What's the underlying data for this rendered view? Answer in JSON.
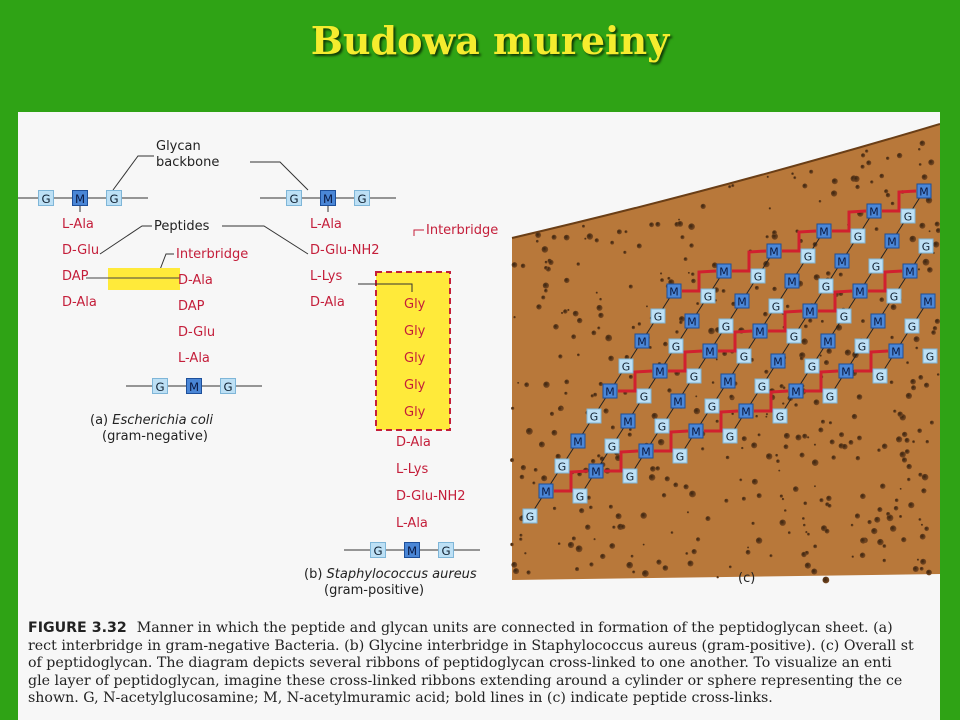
{
  "slide": {
    "title": "Budowa mureiny"
  },
  "colors": {
    "background": "#2fa315",
    "title": "#f5ec2e",
    "amino": "#c41e3a",
    "g_box": "#bde0f5",
    "m_box": "#4a86d6",
    "highlight": "#ffea3a",
    "ribbon_bg": "#b8783a"
  },
  "units": {
    "g": "G",
    "m": "M"
  },
  "labels": {
    "glycan": "Glycan",
    "backbone": "backbone",
    "peptides": "Peptides",
    "interbridge_a": "Interbridge",
    "interbridge_b": "Interbridge",
    "a_caption_1": "(a) ",
    "a_caption_species": "Escherichia coli",
    "a_caption_2": "(gram-negative)",
    "b_caption_1": "(b) ",
    "b_caption_species": "Staphylococcus aureus",
    "b_caption_2": "(gram-positive)",
    "c_caption": "(c)"
  },
  "chain_a_left": [
    "L-Ala",
    "D-Glu",
    "DAP",
    "D-Ala"
  ],
  "chain_a_mid": [
    "D-Ala",
    "DAP",
    "D-Glu",
    "L-Ala"
  ],
  "chain_a_right": [
    "L-Ala",
    "D-Glu-NH2",
    "L-Lys",
    "D-Ala"
  ],
  "glycine": [
    "Gly",
    "Gly",
    "Gly",
    "Gly",
    "Gly"
  ],
  "chain_b": [
    "D-Ala",
    "L-Lys",
    "D-Glu-NH2",
    "L-Ala"
  ],
  "caption": {
    "lead": "FIGURE 3.32",
    "lines": [
      "Manner in which the peptide and glycan units are connected in formation of the peptidoglycan sheet. (a)",
      "rect interbridge in gram-negative Bacteria. (b) Glycine interbridge in Staphylococcus aureus (gram-positive). (c) Overall st",
      "of peptidoglycan. The diagram depicts several ribbons of peptidoglycan cross-linked to one another. To visualize an enti",
      "gle layer of peptidoglycan, imagine these cross-linked ribbons extending around a cylinder or sphere representing the ce",
      "shown. G, N-acetylglucosamine; M, N-acetylmuramic acid; bold lines in (c) indicate peptide cross-links."
    ]
  }
}
